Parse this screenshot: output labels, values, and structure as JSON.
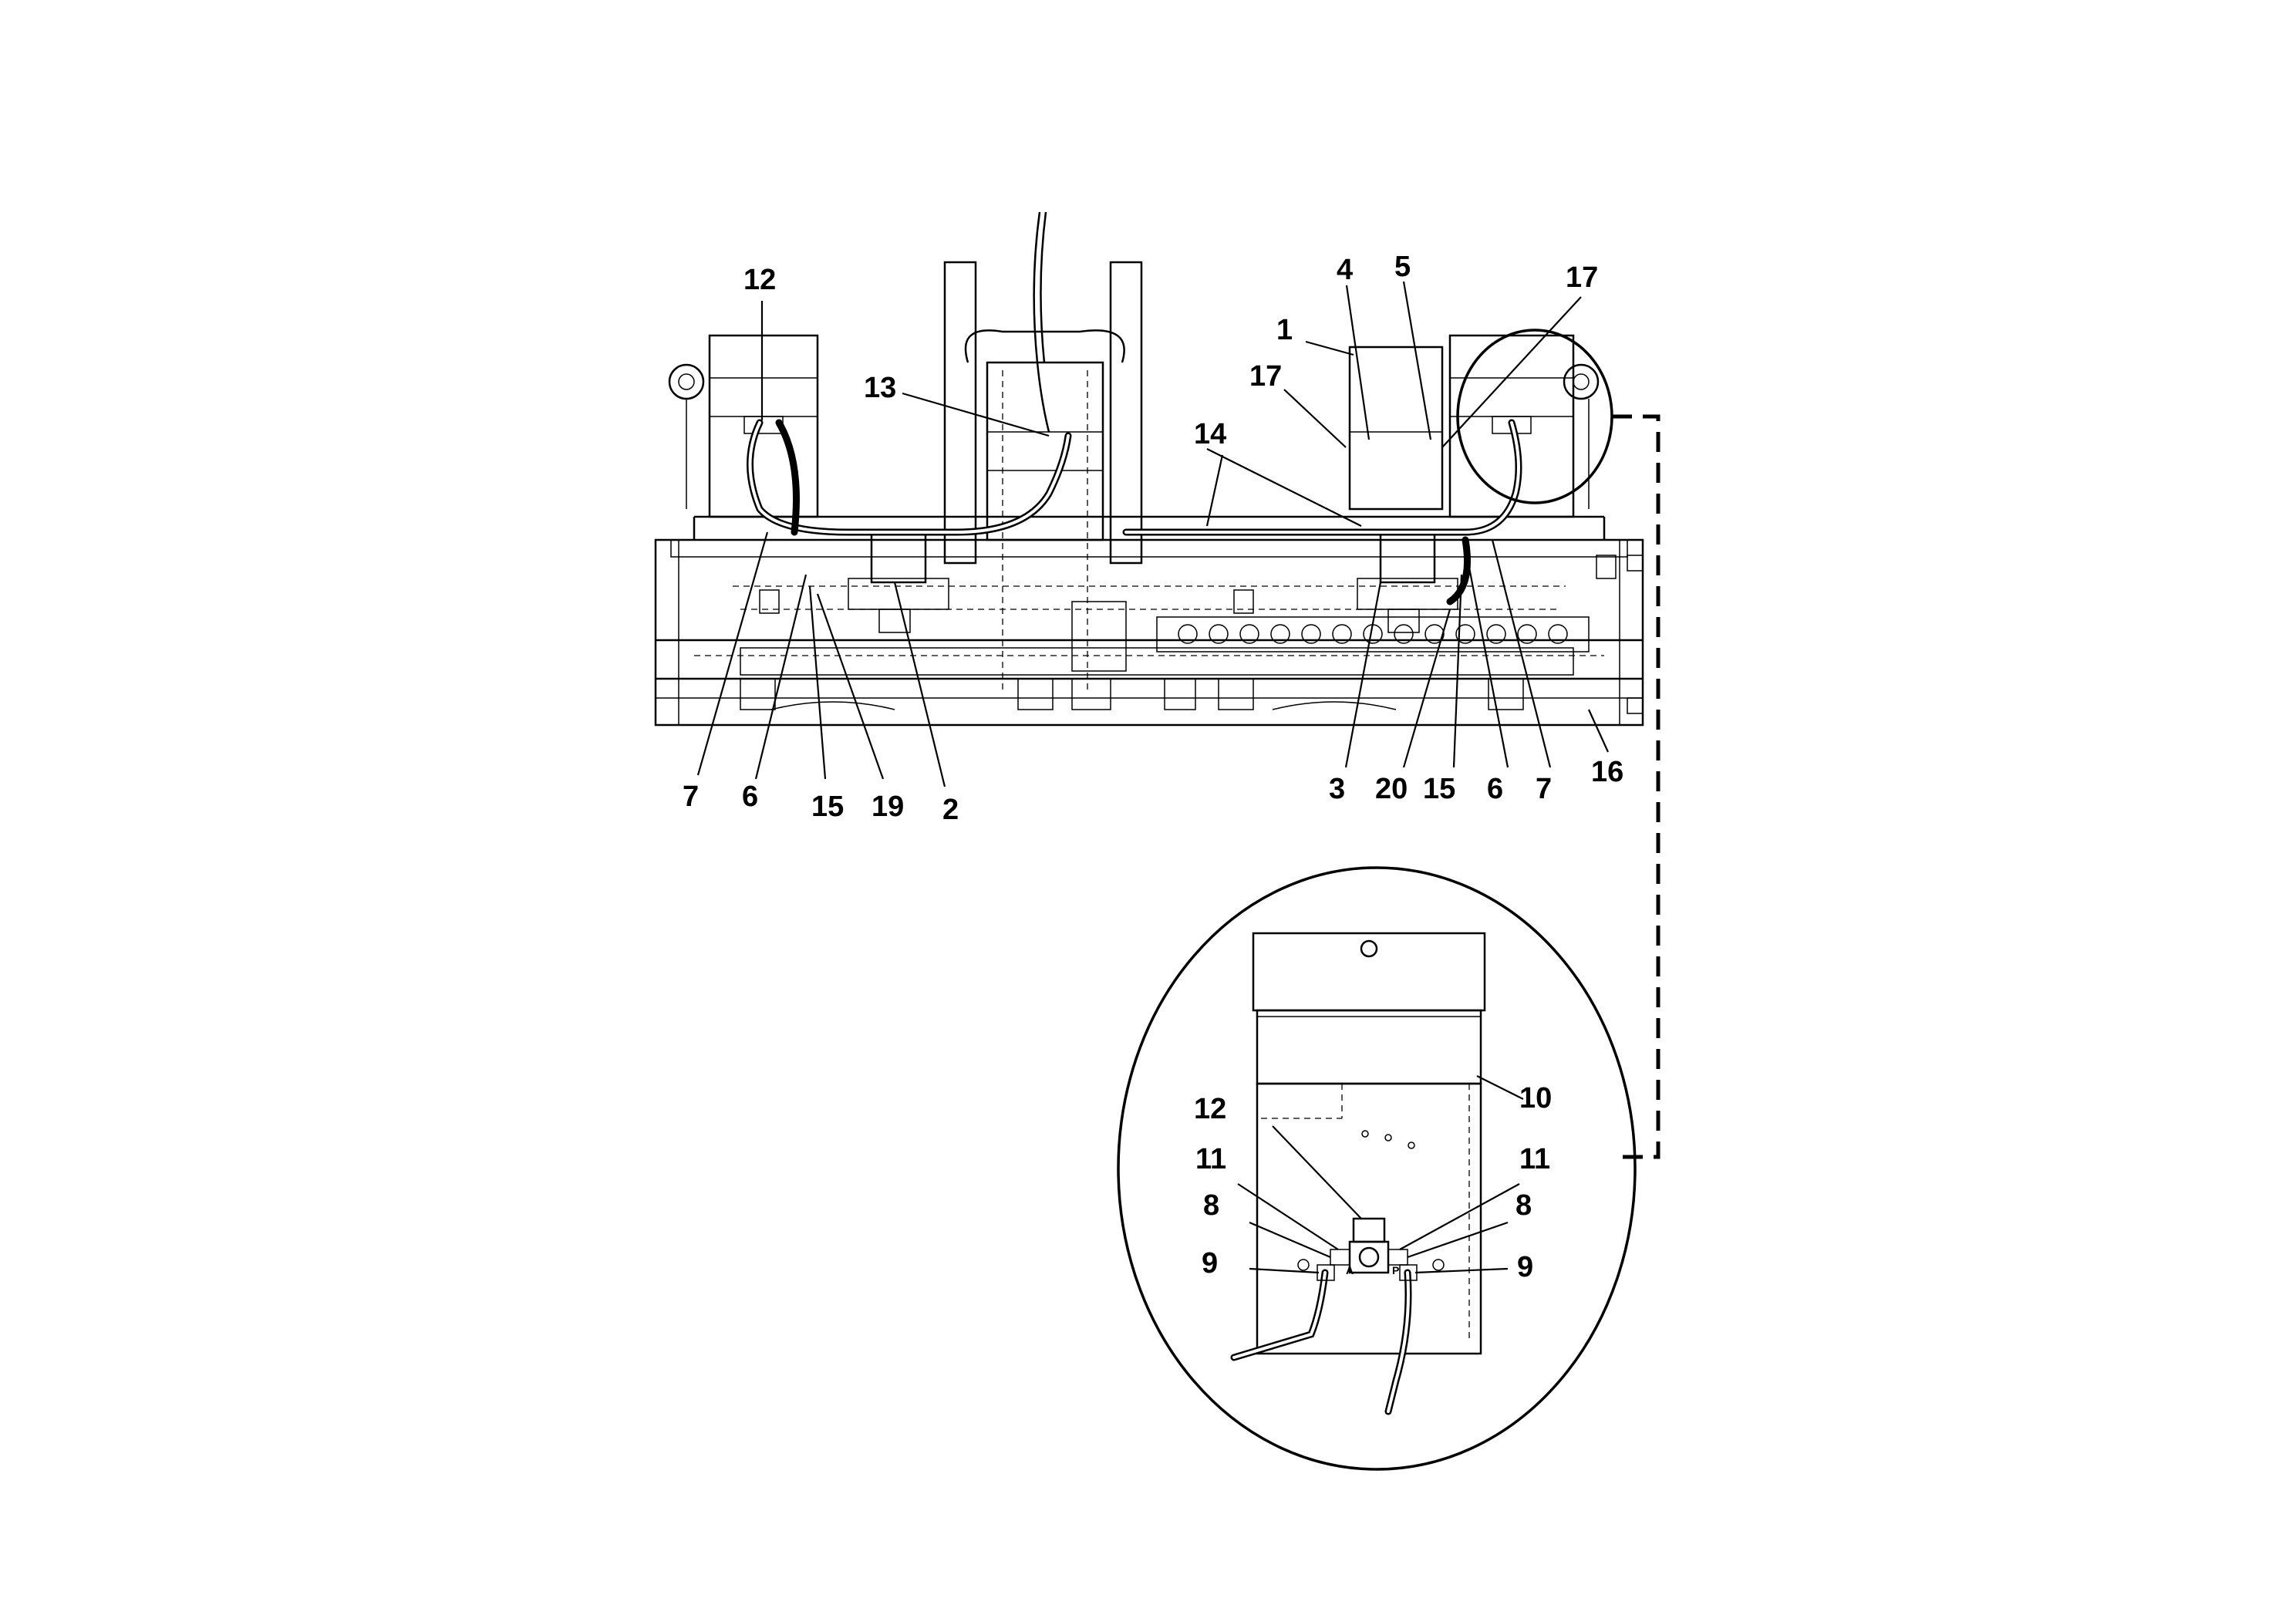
{
  "callouts": {
    "top": {
      "c12": "12",
      "c13": "13",
      "c14": "14",
      "c1": "1",
      "c4": "4",
      "c5": "5",
      "c17a": "17",
      "c17b": "17",
      "c7l": "7",
      "c6l": "6",
      "c15l": "15",
      "c19": "19",
      "c2": "2",
      "c3": "3",
      "c20": "20",
      "c15r": "15",
      "c6r": "6",
      "c7r": "7",
      "c16": "16"
    },
    "detail": {
      "c10": "10",
      "c12": "12",
      "c11l": "11",
      "c11r": "11",
      "c8l": "8",
      "c8r": "8",
      "c9l": "9",
      "c9r": "9"
    }
  },
  "port_labels": {
    "a": "A",
    "p": "P"
  }
}
